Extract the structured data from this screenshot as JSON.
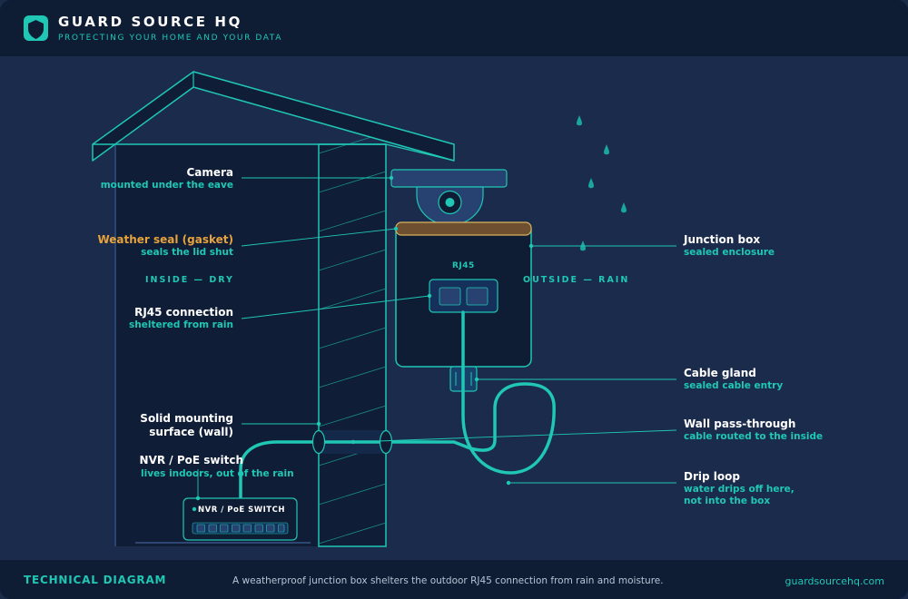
{
  "header": {
    "brand": "GUARD SOURCE HQ",
    "tagline": "PROTECTING YOUR HOME AND YOUR DATA"
  },
  "zones": {
    "inside": "INSIDE — DRY",
    "outside": "OUTSIDE — RAIN"
  },
  "device_labels": {
    "rj45": "RJ45",
    "nvr_box": "NVR / PoE SWITCH"
  },
  "callouts": {
    "camera": {
      "title": "Camera",
      "sub": "mounted under the eave"
    },
    "gasket": {
      "title": "Weather seal (gasket)",
      "sub": "seals the lid shut"
    },
    "rj45": {
      "title": "RJ45 connection",
      "sub": "sheltered from rain"
    },
    "wall": {
      "title": "Solid mounting",
      "title2": "surface (wall)"
    },
    "nvr": {
      "title": "NVR / PoE switch",
      "sub": "lives indoors, out of the rain"
    },
    "junction": {
      "title": "Junction box",
      "sub": "sealed enclosure"
    },
    "gland": {
      "title": "Cable gland",
      "sub": "sealed cable entry"
    },
    "passthrough": {
      "title": "Wall pass-through",
      "sub": "cable routed to the inside"
    },
    "drip": {
      "title": "Drip loop",
      "sub": "water drips off here,",
      "sub2": "not into the box"
    }
  },
  "footer": {
    "left": "TECHNICAL DIAGRAM",
    "middle": "A weatherproof junction box shelters the outdoor RJ45 connection from rain and moisture.",
    "right": "guardsourcehq.com"
  },
  "colors": {
    "accent": "#1fc7b4",
    "warning": "#e8a33d",
    "background": "#1b2b4b",
    "panel": "#0e1c34"
  }
}
